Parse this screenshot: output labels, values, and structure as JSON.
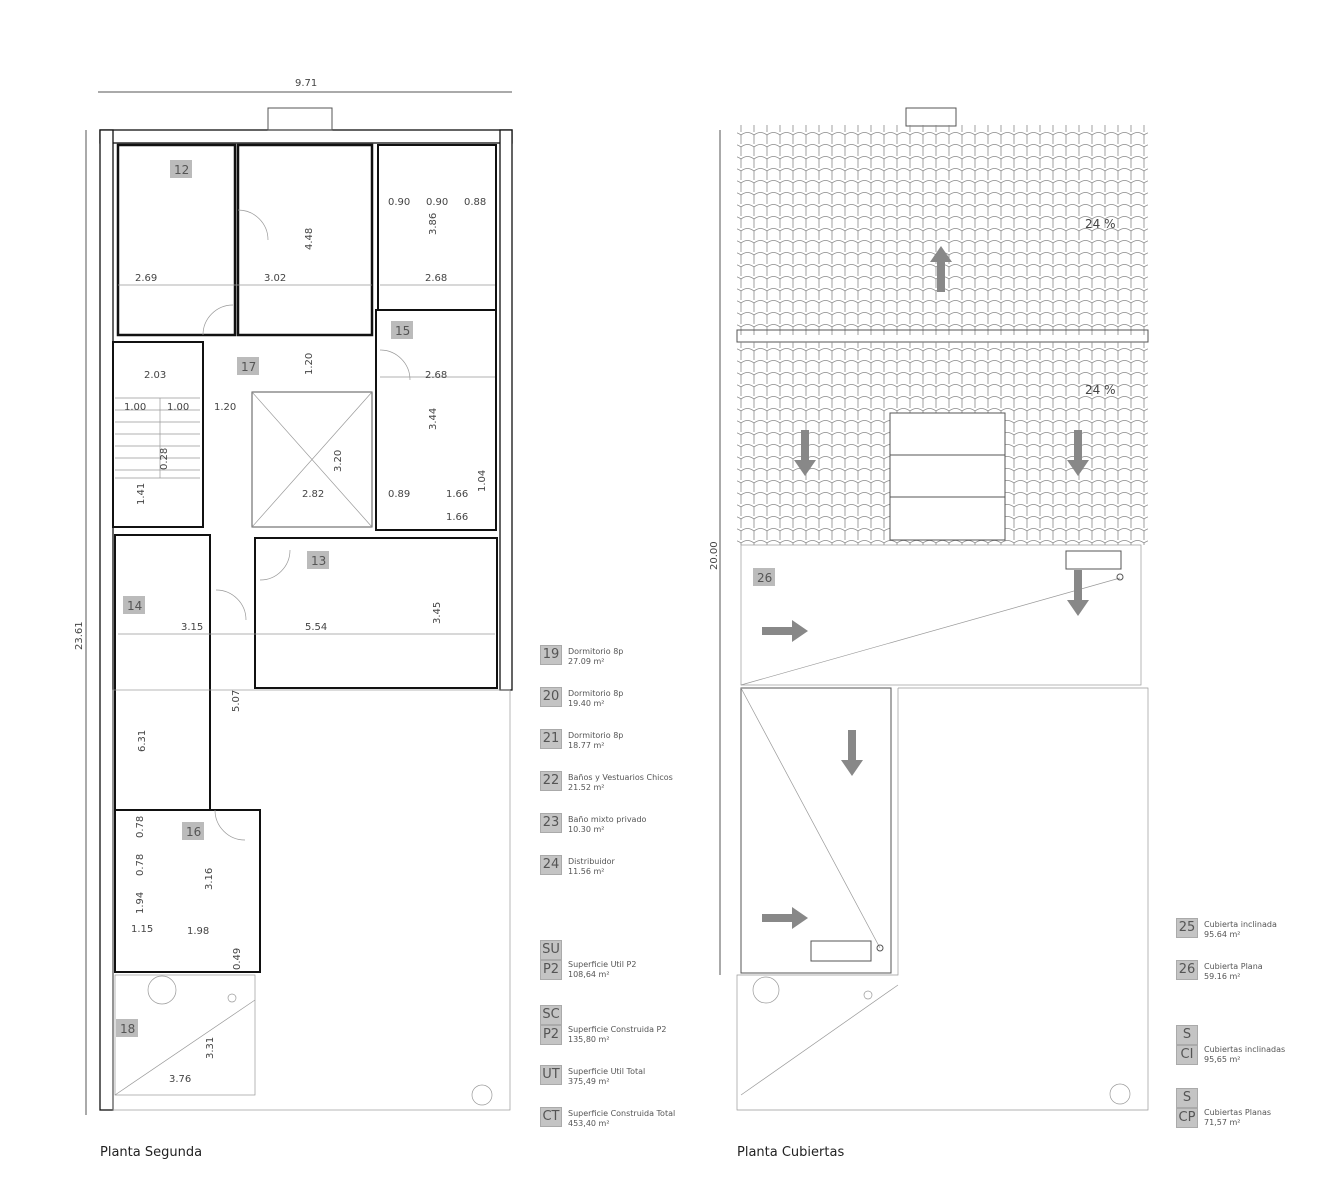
{
  "plans": {
    "left_title": "Planta Segunda",
    "right_title": "Planta Cubiertas"
  },
  "left_dims": [
    "9.71",
    "23.61",
    "2.69",
    "3.02",
    "4.48",
    "0.90",
    "0.90",
    "0.88",
    "3.86",
    "2.68",
    "1.20",
    "2.68",
    "2.03",
    "1.00",
    "1.00",
    "1.20",
    "3.44",
    "3.20",
    "0.28",
    "1.41",
    "2.82",
    "0.89",
    "1.66",
    "1.04",
    "1.66",
    "3.15",
    "5.54",
    "3.45",
    "5.07",
    "6.31",
    "0.78",
    "0.78",
    "3.16",
    "1.94",
    "1.15",
    "1.98",
    "0.49",
    "3.31",
    "3.76"
  ],
  "left_rooms": [
    "12",
    "15",
    "17",
    "13",
    "14",
    "16",
    "18"
  ],
  "right_dims": [
    "24 %",
    "24 %",
    "20.00"
  ],
  "right_rooms": [
    "26"
  ],
  "legend_left": [
    {
      "code": [
        "19"
      ],
      "name": "Dormitorio  8p",
      "area": "27.09 m²"
    },
    {
      "code": [
        "20"
      ],
      "name": "Dormitorio 8p",
      "area": "19.40 m²"
    },
    {
      "code": [
        "21"
      ],
      "name": "Dormitorio 8p",
      "area": "18.77 m²"
    },
    {
      "code": [
        "22"
      ],
      "name": "Baños y Vestuarios Chicos",
      "area": "21.52 m²"
    },
    {
      "code": [
        "23"
      ],
      "name": "Baño mixto privado",
      "area": "10.30 m²"
    },
    {
      "code": [
        "24"
      ],
      "name": "Distribuidor",
      "area": "11.56 m²"
    },
    {
      "code": [
        "SU",
        "P2"
      ],
      "name": "Superficie Util P2",
      "area": "108,64 m²"
    },
    {
      "code": [
        "SC",
        "P2"
      ],
      "name": "Superficie Construida P2",
      "area": "135,80 m²"
    },
    {
      "code": [
        "UT"
      ],
      "name": "Superficie Util Total",
      "area": "375,49 m²"
    },
    {
      "code": [
        "CT"
      ],
      "name": "Superficie Construida Total",
      "area": "453,40 m²"
    }
  ],
  "legend_right": [
    {
      "code": [
        "25"
      ],
      "name": "Cubierta inclinada",
      "area": "95.64 m²"
    },
    {
      "code": [
        "26"
      ],
      "name": "Cubierta Plana",
      "area": "59.16 m²"
    },
    {
      "code": [
        "S",
        "CI"
      ],
      "name": "Cubiertas inclinadas",
      "area": "95,65 m²"
    },
    {
      "code": [
        "S",
        "CP"
      ],
      "name": "Cubiertas Planas",
      "area": "71,57 m²"
    }
  ]
}
